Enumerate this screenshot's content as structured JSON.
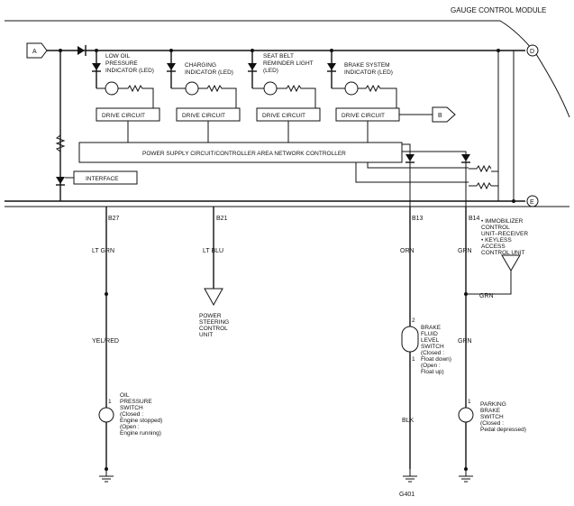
{
  "module": {
    "title": "GAUGE CONTROL MODULE"
  },
  "connectors": {
    "a": "A",
    "d": "D",
    "e": "E"
  },
  "indicators": [
    {
      "lines": [
        "LOW OIL",
        "PRESSURE",
        "INDICATOR (LED)"
      ]
    },
    {
      "lines": [
        "CHARGING",
        "INDICATOR (LED)"
      ]
    },
    {
      "lines": [
        "SEAT BELT",
        "REMINDER LIGHT",
        "(LED)"
      ]
    },
    {
      "lines": [
        "BRAKE SYSTEM",
        "INDICATOR (LED)"
      ]
    }
  ],
  "drive_circuit_label": "DRIVE CIRCUIT",
  "power_supply_label": "POWER SUPPLY CIRCUIT/CONTROLLER AREA NETWORK CONTROLLER",
  "interface_label": "INTERFACE",
  "output_b": "B",
  "pins": {
    "b27": "B27",
    "b21": "B21",
    "b13": "B13",
    "b14": "B14"
  },
  "wires": {
    "lt_grn": "LT GRN",
    "yel_red": "YEL/RED",
    "lt_blu": "LT BLU",
    "orn": "ORN",
    "blk": "BLK",
    "grn_1": "GRN",
    "grn_2": "GRN",
    "grn_3": "GRN"
  },
  "immobilizer": {
    "lines": [
      "•  IMMOBILIZER",
      "   CONTROL",
      "   UNIT–RECEIVER",
      "•  KEYLESS",
      "   ACCESS",
      "   CONTROL UNIT"
    ]
  },
  "power_steering": {
    "lines": [
      "POWER",
      "STEERING",
      "CONTROL",
      "UNIT"
    ]
  },
  "brake_fluid_switch": {
    "pin_top": "2",
    "pin_bottom": "1",
    "lines": [
      "BRAKE",
      "FLUID",
      "LEVEL",
      "SWITCH",
      "(Closed :",
      "Float down)",
      "(Open :",
      "Float up)"
    ]
  },
  "oil_pressure_switch": {
    "pin": "1",
    "lines": [
      "OIL",
      "PRESSURE",
      "SWITCH",
      "(Closed :",
      "Engine stopped)",
      "(Open :",
      "Engine running)"
    ]
  },
  "parking_brake_switch": {
    "pin": "1",
    "lines": [
      "PARKING",
      "BRAKE",
      "SWITCH",
      "(Closed :",
      "Pedal depressed)"
    ]
  },
  "ground": {
    "g401": "G401"
  }
}
